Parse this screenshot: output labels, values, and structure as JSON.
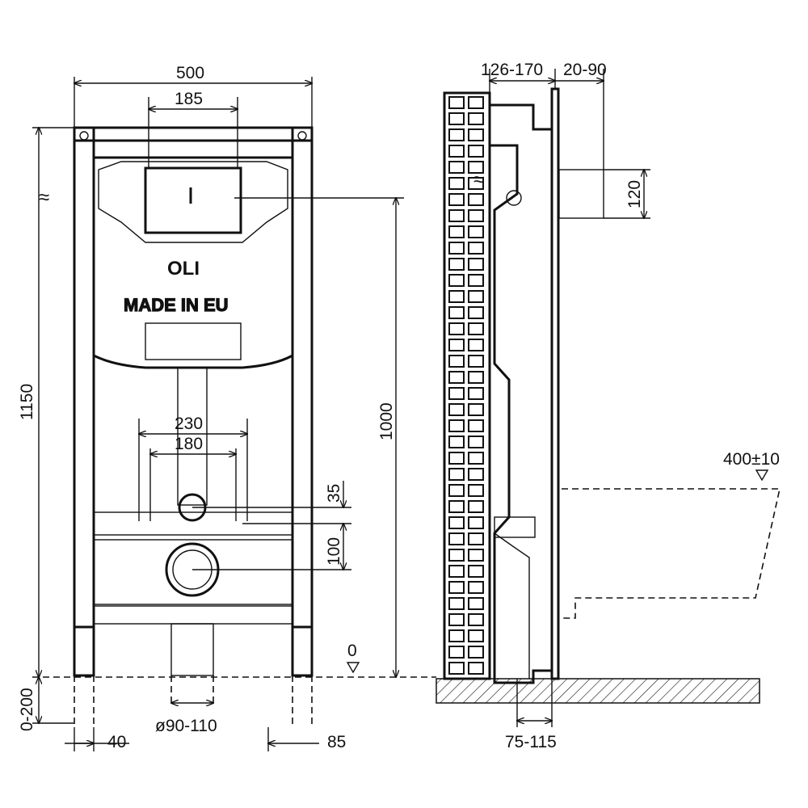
{
  "front_view": {
    "brand_logo": "OLI",
    "cistern_label": "MADE IN EU",
    "dimensions": {
      "width": "500",
      "button_width": "185",
      "height": "1150",
      "connection_height": "1000",
      "bolt_spacing_outer": "230",
      "bolt_spacing_inner": "180",
      "inlet_offset": "35",
      "outlet_offset": "100",
      "floor_level": "0",
      "leg_extension": "0-200",
      "foot_offset_left": "40",
      "drain_diameter": "ø90-110",
      "foot_offset_right": "85"
    }
  },
  "side_view": {
    "dimensions": {
      "wall_depth": "126-170",
      "panel_thickness": "20-90",
      "flush_pipe": "120",
      "bowl_height": "400±10",
      "drain_offset": "75-115"
    }
  }
}
